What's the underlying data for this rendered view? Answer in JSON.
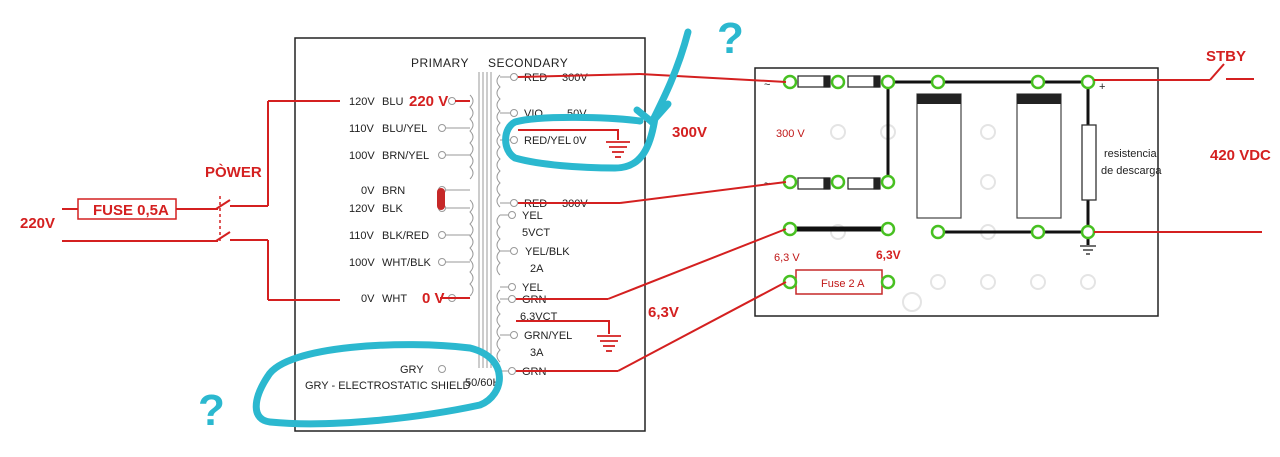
{
  "transformer": {
    "primary_header": "PRIMARY",
    "secondary_header": "SECONDARY",
    "primary_taps": [
      {
        "volts": "120V",
        "color": "BLU"
      },
      {
        "volts": "110V",
        "color": "BLU/YEL"
      },
      {
        "volts": "100V",
        "color": "BRN/YEL"
      },
      {
        "volts": "0V",
        "color": "BRN"
      },
      {
        "volts": "120V",
        "color": "BLK"
      },
      {
        "volts": "110V",
        "color": "BLK/RED"
      },
      {
        "volts": "100V",
        "color": "WHT/BLK"
      },
      {
        "volts": "0V",
        "color": "WHT"
      }
    ],
    "secondary_taps": [
      {
        "color": "RED",
        "volts": "300V"
      },
      {
        "color": "VIO",
        "volts": "50V"
      },
      {
        "color": "RED/YEL",
        "volts": "0V"
      },
      {
        "color": "RED",
        "volts": "300V"
      },
      {
        "color": "YEL",
        "volts": ""
      },
      {
        "color": "5VCT",
        "volts": ""
      },
      {
        "color": "YEL/BLK",
        "volts": ""
      },
      {
        "color": "2A",
        "volts": ""
      },
      {
        "color": "YEL",
        "volts": ""
      },
      {
        "color": "GRN",
        "volts": ""
      },
      {
        "color": "6,3VCT",
        "volts": ""
      },
      {
        "color": "GRN/YEL",
        "volts": ""
      },
      {
        "color": "3A",
        "volts": ""
      },
      {
        "color": "GRN",
        "volts": ""
      }
    ],
    "shield_gry": "GRY",
    "shield_label": "GRY - ELECTROSTATIC SHIELD",
    "frequency": "50/60H"
  },
  "annotations": {
    "v220_in": "220V",
    "fuse_main": "FUSE 0,5A",
    "power_switch": "PÒWER",
    "tap_220v": "220 V",
    "tap_0v": "0 V",
    "sec_300v": "300V",
    "sec_63v": "6,3V",
    "stby": "STBY",
    "v420": "420 VDC",
    "board_300v": "300 V",
    "board_63v_a": "6,3 V",
    "board_63v_b": "6,3V",
    "fuse_2a": "Fuse 2 A",
    "resistor_label_1": "resistencia",
    "resistor_label_2": "de descarga",
    "question": "?",
    "tilde": "~"
  },
  "colors": {
    "wire_red": "#d42020",
    "node_green": "#47c021",
    "highlight_cyan": "#2bb8cf"
  }
}
